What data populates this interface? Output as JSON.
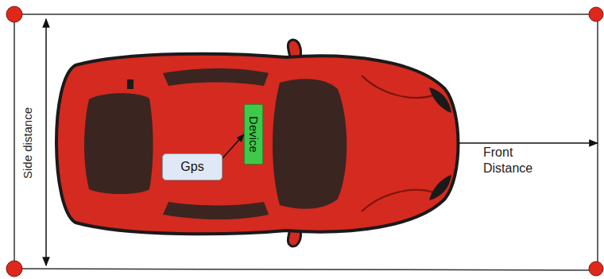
{
  "diagram": {
    "nodes": [
      {
        "text": [
          "Device"
        ]
      },
      {
        "text": [
          "Gps"
        ]
      }
    ],
    "edges": [
      {
        "from": 1,
        "to": 0,
        "arrow": "to"
      }
    ],
    "labels": [
      "Side distance",
      "Front Distance"
    ]
  }
}
